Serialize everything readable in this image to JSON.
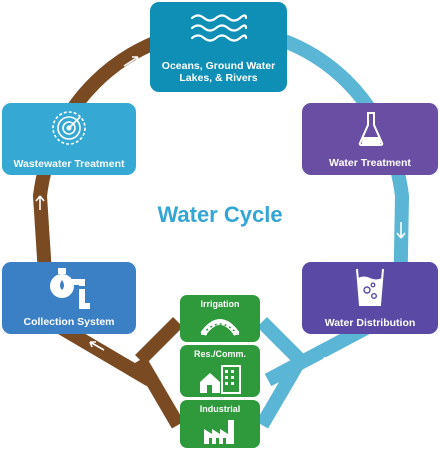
{
  "diagram": {
    "title": "Water Cycle",
    "stages": {
      "source": {
        "label": "Oceans, Ground Water\nLakes, & Rivers",
        "color": "#0f8fb5",
        "icon": "waves-icon"
      },
      "treatment": {
        "label": "Water Treatment",
        "color": "#6a4ea3",
        "icon": "flask-icon"
      },
      "distribution": {
        "label": "Water Distribution",
        "color": "#5a4aa6",
        "icon": "water-glass-icon"
      },
      "collection": {
        "label": "Collection System",
        "color": "#3b7fc4",
        "icon": "pipe-valve-icon"
      },
      "wastewater": {
        "label": "Wastewater Treatment",
        "color": "#35a9d4",
        "icon": "radar-icon"
      }
    },
    "uses": [
      {
        "label": "Irrigation",
        "icon": "sprinkler-icon"
      },
      {
        "label": "Res./Comm.",
        "icon": "houses-icon"
      },
      {
        "label": "Industrial",
        "icon": "factory-icon"
      }
    ],
    "colors": {
      "clean_path": "#5ab6d4",
      "used_path": "#7a4a22",
      "use_box": "#2f9a3c"
    }
  }
}
